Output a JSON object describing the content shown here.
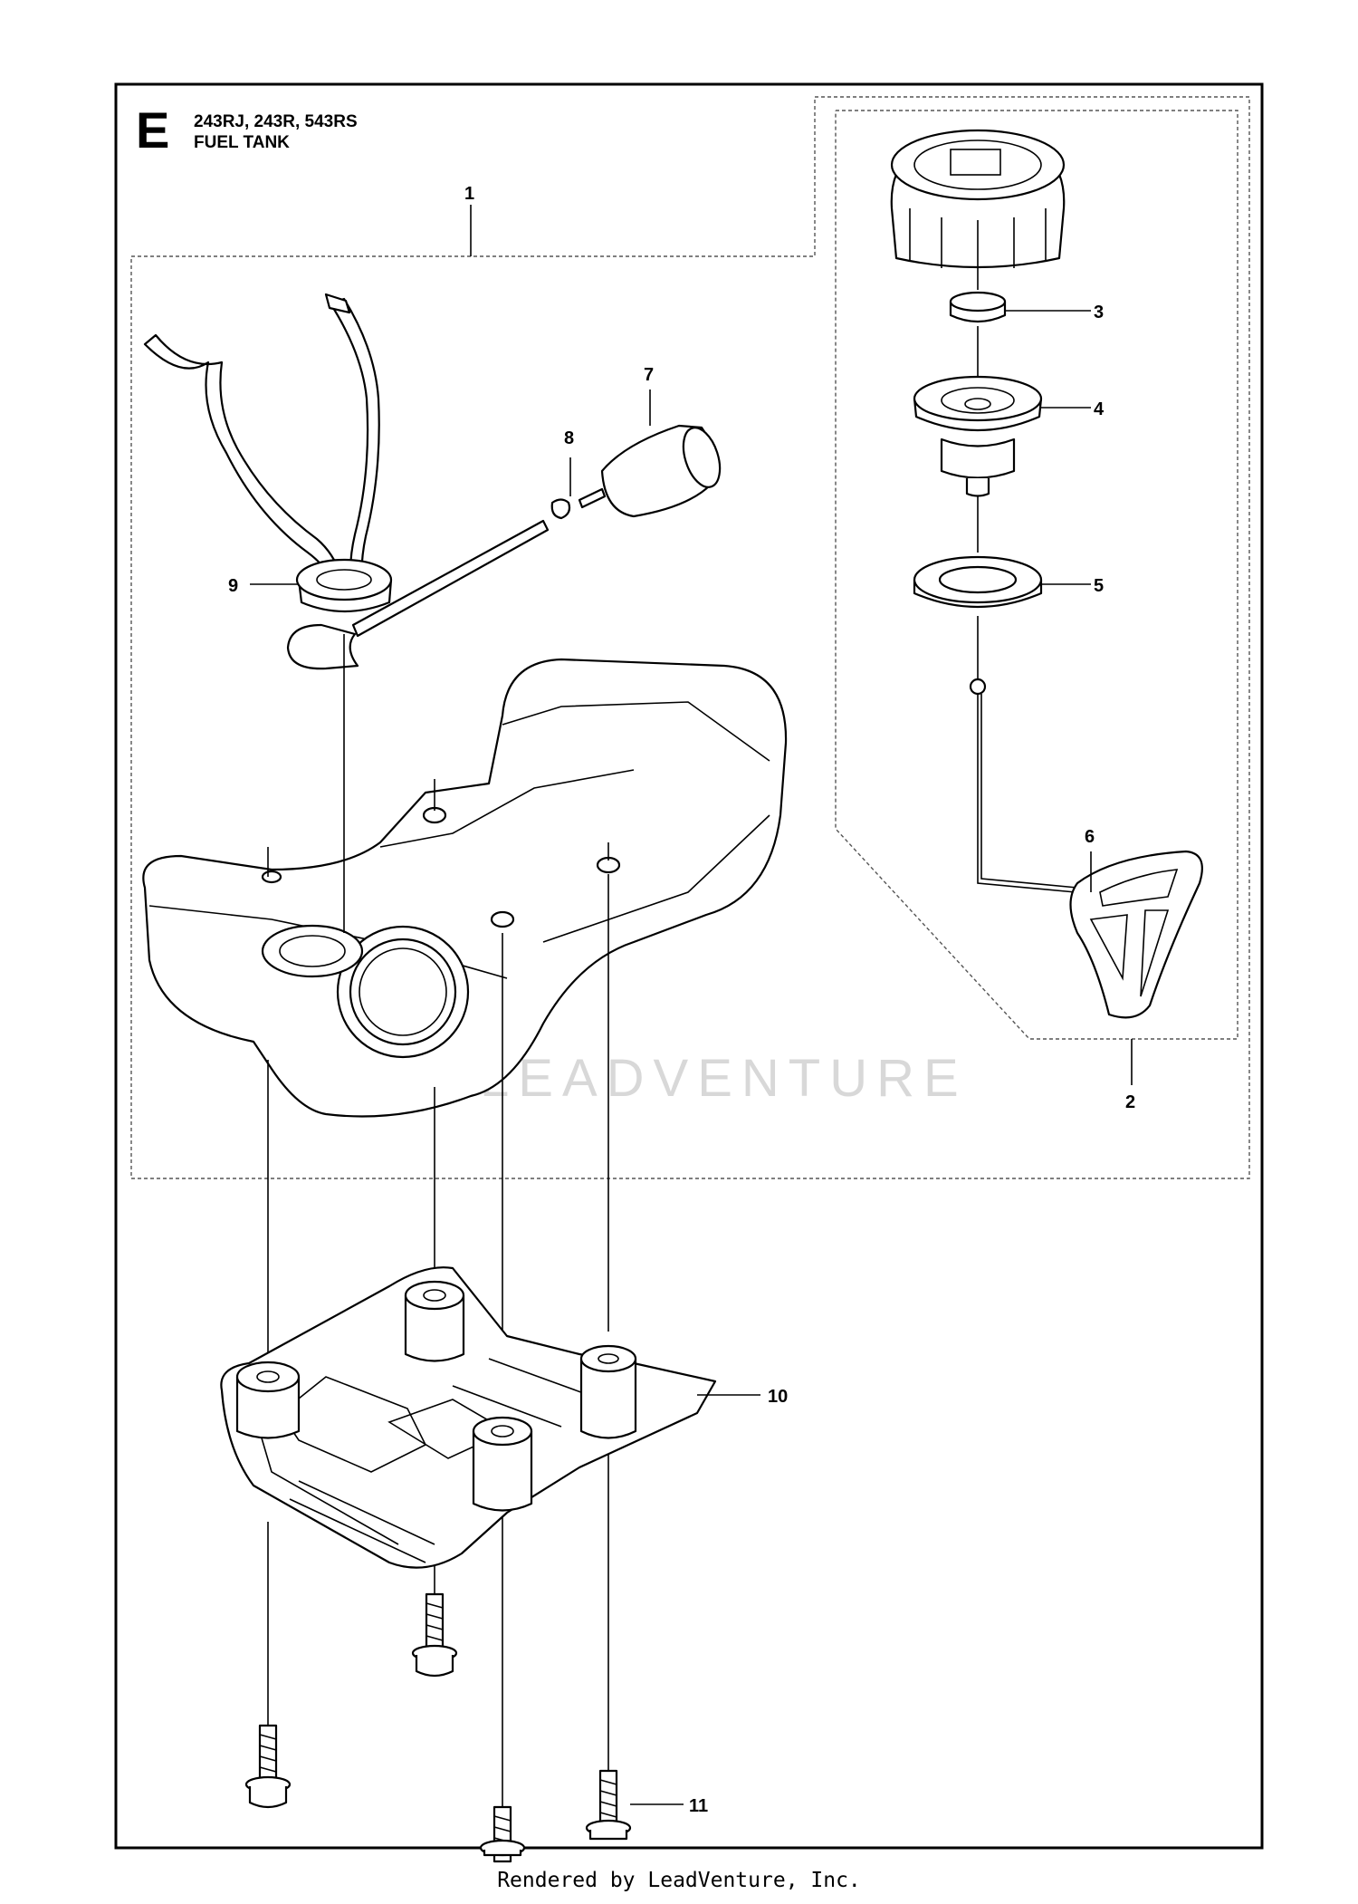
{
  "header": {
    "section_letter": "E",
    "models": "243RJ, 243R, 543RS",
    "title": "FUEL TANK"
  },
  "callouts": [
    "1",
    "2",
    "3",
    "4",
    "5",
    "6",
    "7",
    "8",
    "9",
    "10",
    "11"
  ],
  "watermark": "LEADVENTURE",
  "footer": "Rendered by LeadVenture, Inc."
}
